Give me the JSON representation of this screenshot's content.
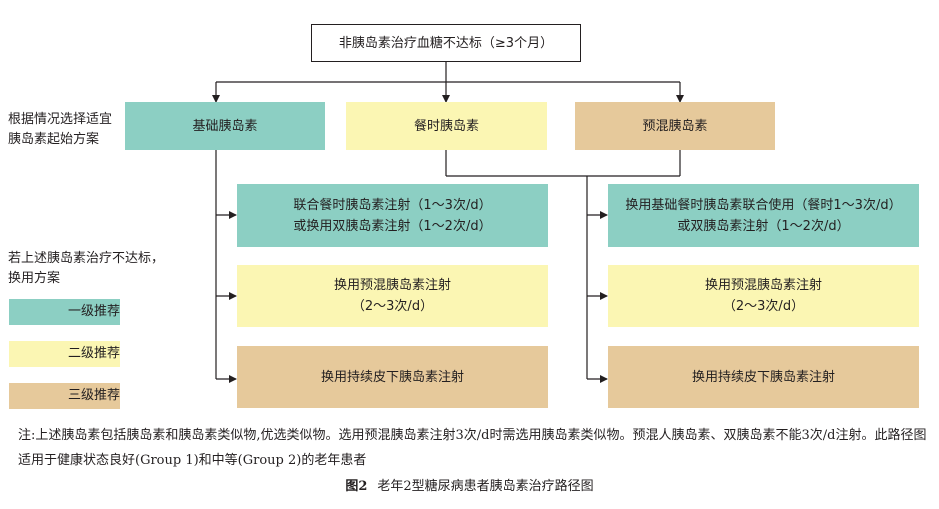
{
  "top_box": "非胰岛素治疗血糖不达标（≥3个月）",
  "side_label_start": "根据情况选择适宜\n胰岛素起始方案",
  "side_label_fail": "若上述胰岛素治疗不达标，\n换用方案",
  "start_options": {
    "basal": "基础胰岛素",
    "prandial": "餐时胰岛素",
    "premixed": "预混胰岛素"
  },
  "left_branch": {
    "step1": "联合餐时胰岛素注射（1～3次/d）\n或换用双胰岛素注射（1～2次/d）",
    "step2": "换用预混胰岛素注射\n（2～3次/d）",
    "step3": "换用持续皮下胰岛素注射"
  },
  "right_branch": {
    "step1": "换用基础餐时胰岛素联合使用（餐时1～3次/d）\n或双胰岛素注射（1～2次/d）",
    "step2": "换用预混胰岛素注射\n（2～3次/d）",
    "step3": "换用持续皮下胰岛素注射"
  },
  "legend": [
    {
      "label": "一级推荐",
      "color": "#8ccfc3"
    },
    {
      "label": "二级推荐",
      "color": "#fbf6b3"
    },
    {
      "label": "三级推荐",
      "color": "#e6c99b"
    }
  ],
  "note": "注:上述胰岛素包括胰岛素和胰岛素类似物,优选类似物。选用预混胰岛素注射3次/d时需选用胰岛素类似物。预混人胰岛素、双胰岛素不能3次/d注射。此路径图适用于健康状态良好(Group 1)和中等(Group 2)的老年患者",
  "caption": {
    "figure_number": "图2",
    "title": "老年2型糖尿病患者胰岛素治疗路径图"
  }
}
